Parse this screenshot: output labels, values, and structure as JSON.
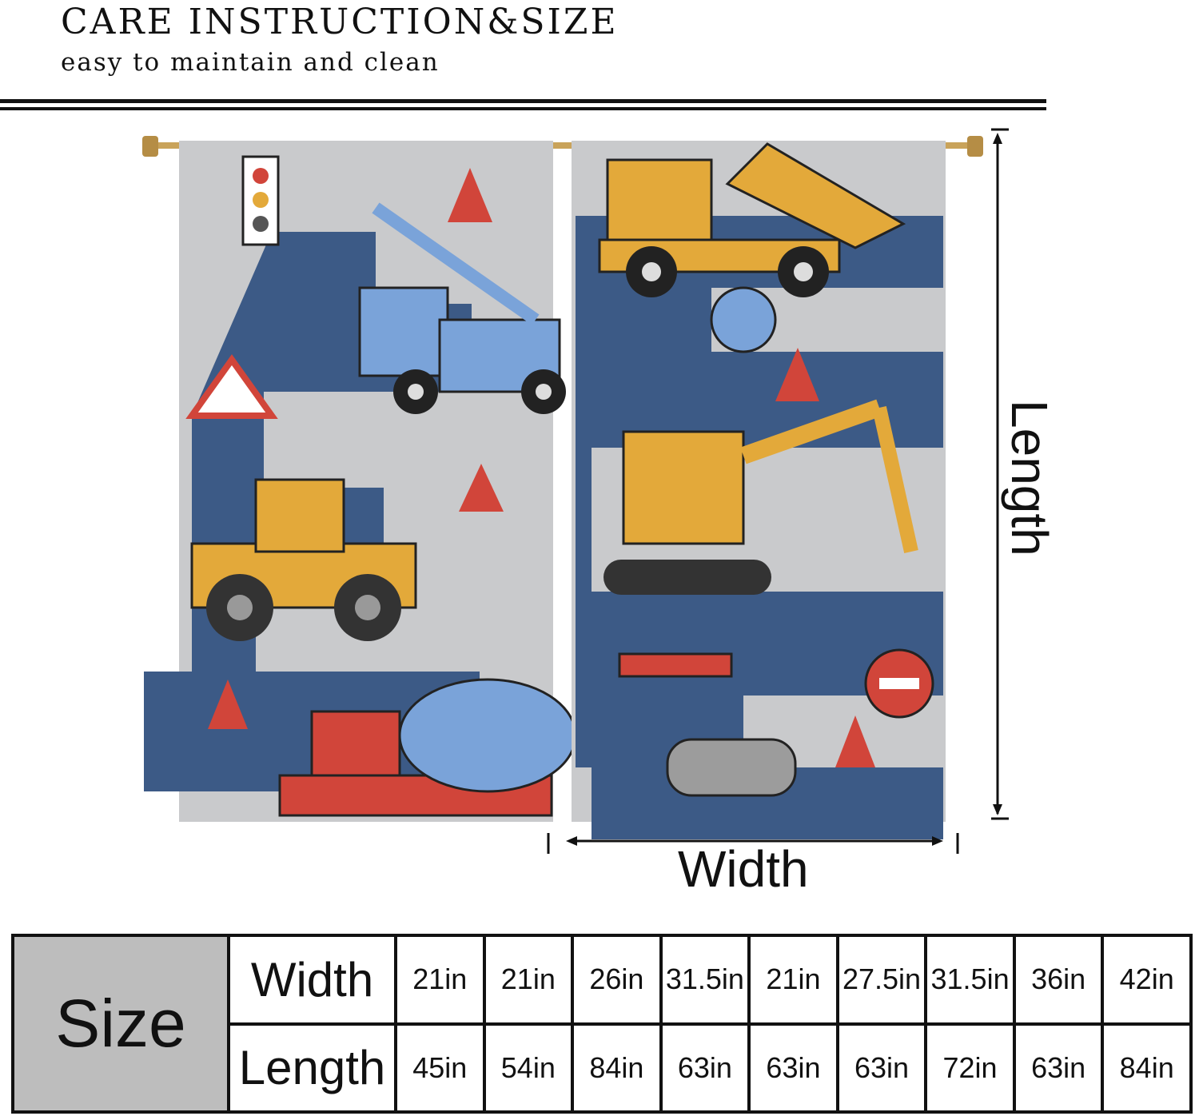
{
  "header": {
    "title": "CARE INSTRUCTION&SIZE",
    "subtitle": "easy to maintain and clean"
  },
  "dimensions": {
    "length_label": "Length",
    "width_label": "Width"
  },
  "size_table": {
    "header": "Size",
    "width_label": "Width",
    "length_label": "Length",
    "widths": [
      "21in",
      "21in",
      "26in",
      "31.5in",
      "21in",
      "27.5in",
      "31.5in",
      "36in",
      "42in"
    ],
    "lengths": [
      "45in",
      "54in",
      "84in",
      "63in",
      "63in",
      "63in",
      "72in",
      "63in",
      "84in"
    ]
  },
  "colors": {
    "road_blue": "#3c5a86",
    "background_gray": "#c9cacc",
    "truck_yellow": "#e3a93a",
    "truck_blue": "#7aa3d9",
    "truck_red": "#d1453a",
    "rod_gold": "#c9a35a"
  }
}
